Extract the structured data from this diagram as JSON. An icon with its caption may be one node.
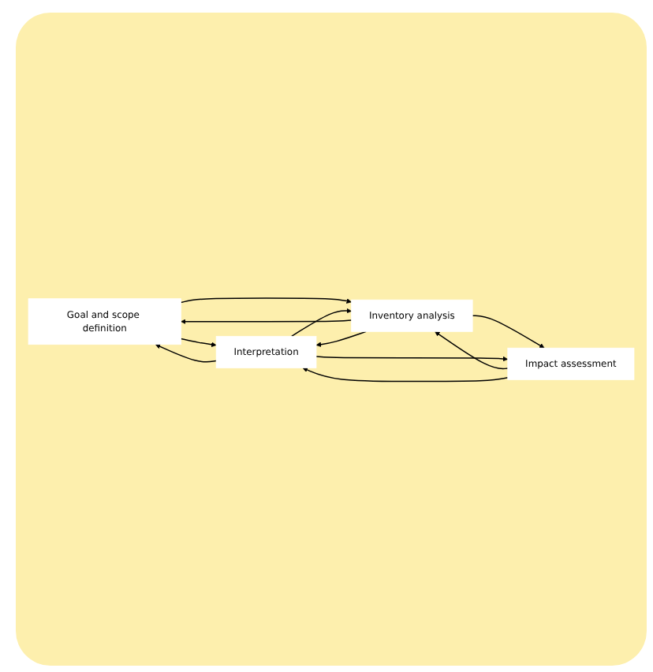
{
  "diagram": {
    "nodes": [
      {
        "text": [
          "Goal and scope definition"
        ]
      },
      {
        "text": [
          "Inventory analysis"
        ]
      },
      {
        "text": [
          "Impact assessment"
        ]
      },
      {
        "text": [
          "Interpretation"
        ]
      }
    ],
    "edges": [
      {
        "from": 0,
        "to": 3,
        "arrow": "to"
      },
      {
        "from": 3,
        "to": 0,
        "arrow": "to"
      },
      {
        "from": 0,
        "to": 1,
        "arrow": "to"
      },
      {
        "from": 1,
        "to": 0,
        "arrow": "to"
      },
      {
        "from": 1,
        "to": 3,
        "arrow": "to"
      },
      {
        "from": 3,
        "to": 1,
        "arrow": "to"
      },
      {
        "from": 1,
        "to": 2,
        "arrow": "to"
      },
      {
        "from": 2,
        "to": 1,
        "arrow": "to"
      },
      {
        "from": 2,
        "to": 3,
        "arrow": "to"
      },
      {
        "from": 3,
        "to": 2,
        "arrow": "to"
      }
    ]
  }
}
